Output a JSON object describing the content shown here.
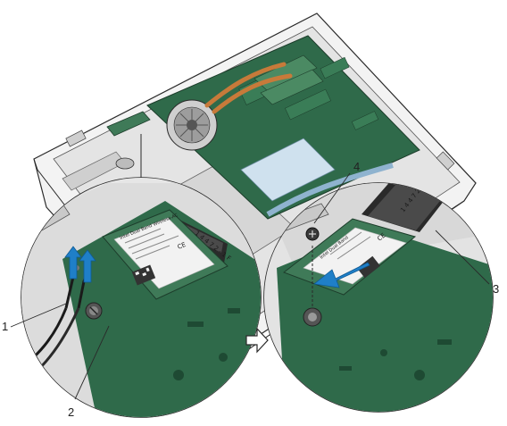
{
  "figure": {
    "callouts": [
      {
        "id": "1",
        "label": "1"
      },
      {
        "id": "2",
        "label": "2"
      },
      {
        "id": "3",
        "label": "3"
      },
      {
        "id": "4",
        "label": "4"
      }
    ],
    "connector_text": "1 4 4 7 2 - 1 F",
    "card_marking_left": "Intel Dual Band Wireless-AC",
    "card_marking_right": "Intel Dual Band",
    "ce_mark": "CE"
  },
  "colors": {
    "outline": "#2a2a2a",
    "board": "#2f6a4a",
    "card": "#3f7a58",
    "arrow_blue": "#1f7fc8",
    "chassis": "#e9e9e9",
    "chassis_dark": "#bdbdbd",
    "copper": "#c77a3a"
  }
}
